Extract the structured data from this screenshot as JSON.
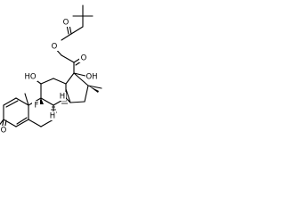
{
  "molecule": {
    "atoms": {
      "oxygen": "O",
      "fluorine": "F",
      "hydroxyl": "OH",
      "hydrogen": "H",
      "hydroxyl_left": "HO"
    }
  }
}
